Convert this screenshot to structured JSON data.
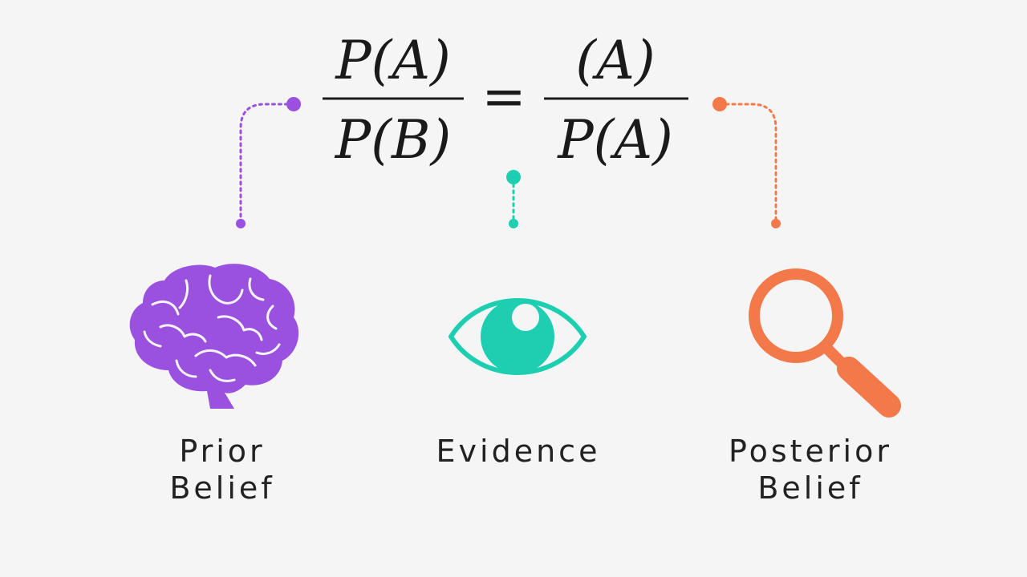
{
  "formula": {
    "left_numerator": "P(A)",
    "left_denominator": "P(B)",
    "equals": "=",
    "right_numerator": "(A)",
    "right_denominator": "P(A)"
  },
  "labels": {
    "prior_line1": "Prior",
    "prior_line2": "Belief",
    "evidence": "Evidence",
    "posterior_line1": "Posterior",
    "posterior_line2": "Belief"
  },
  "icons": {
    "prior": "brain-icon",
    "evidence": "eye-icon",
    "posterior": "magnifying-glass-icon"
  },
  "colors": {
    "prior": "#9b51e0",
    "evidence": "#1dcfb0",
    "posterior": "#f4794a",
    "text": "#1a1a1a",
    "background": "#f5f5f5"
  }
}
